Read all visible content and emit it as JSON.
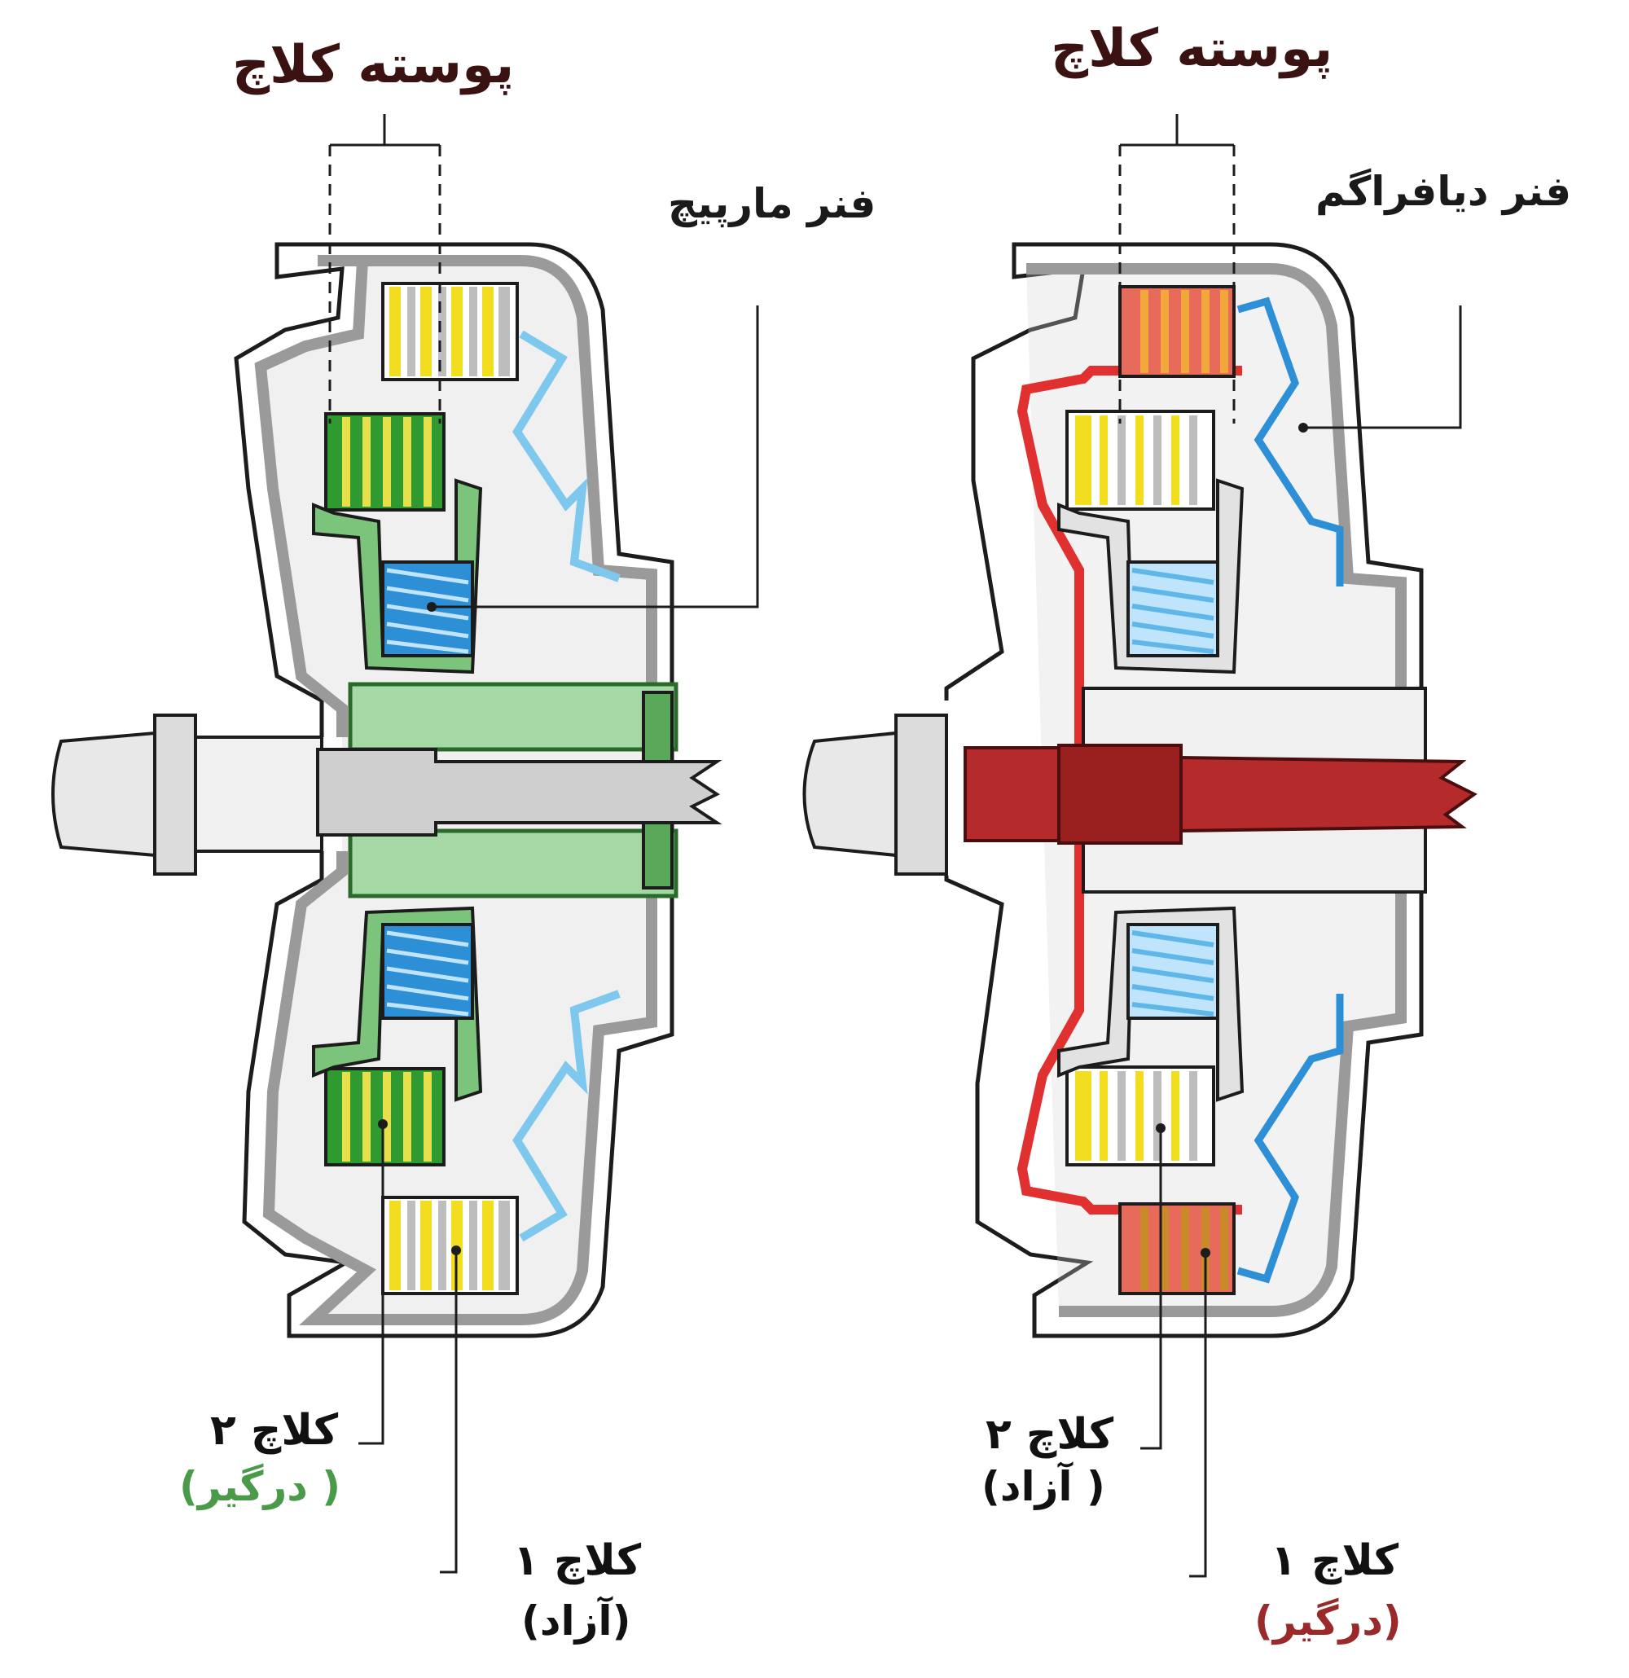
{
  "left": {
    "title": "پوسته کلاچ",
    "spring_label": "فنر مارپیچ",
    "clutch2_label": "کلاچ ۲",
    "clutch2_state": "( درگیر)",
    "clutch1_label": "کلاچ ۱",
    "clutch1_state": "(آزاد)"
  },
  "right": {
    "title": "پوسته کلاچ",
    "spring_label": "فنر دیافراگم",
    "clutch2_label": "کلاچ ۲",
    "clutch2_state": "( آزاد)",
    "clutch1_label": "کلاچ ۱",
    "clutch1_state": "(درگیر)"
  },
  "colors": {
    "engaged_left": "#4a9a4a",
    "engaged_right": "#9a2a2a",
    "free": "#111111",
    "title": "#3a1212",
    "green_plates": "#2f9a2f",
    "yellow_plates": "#f2de1e",
    "blue_spring": "#2d8fd6",
    "light_blue_spring": "#7ec8ee",
    "red_shaft": "#b52a2a",
    "grey_shaft": "#cfcfcf"
  }
}
